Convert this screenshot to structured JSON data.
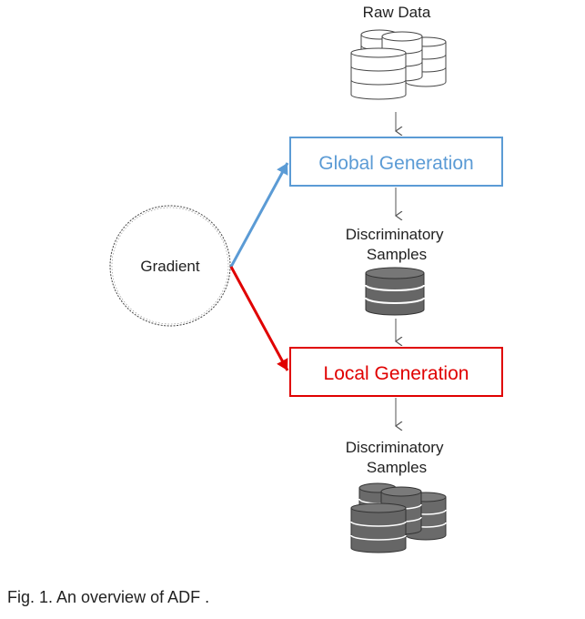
{
  "nodes": {
    "raw_data": "Raw Data",
    "global_generation": "Global Generation",
    "discriminatory_samples_1": [
      "Discriminatory",
      "Samples"
    ],
    "local_generation": "Local Generation",
    "discriminatory_samples_2": [
      "Discriminatory",
      "Samples"
    ],
    "gradient": "Gradient"
  },
  "caption": "Fig. 1. An overview of ADF .",
  "colors": {
    "global": "#5b9bd5",
    "local": "#e00000",
    "dark_db": "#666666",
    "text": "#222222"
  },
  "icons": {
    "raw_data": "database-stack-outline-icon",
    "samples_1": "database-dark-icon",
    "samples_2": "database-stack-dark-icon"
  }
}
